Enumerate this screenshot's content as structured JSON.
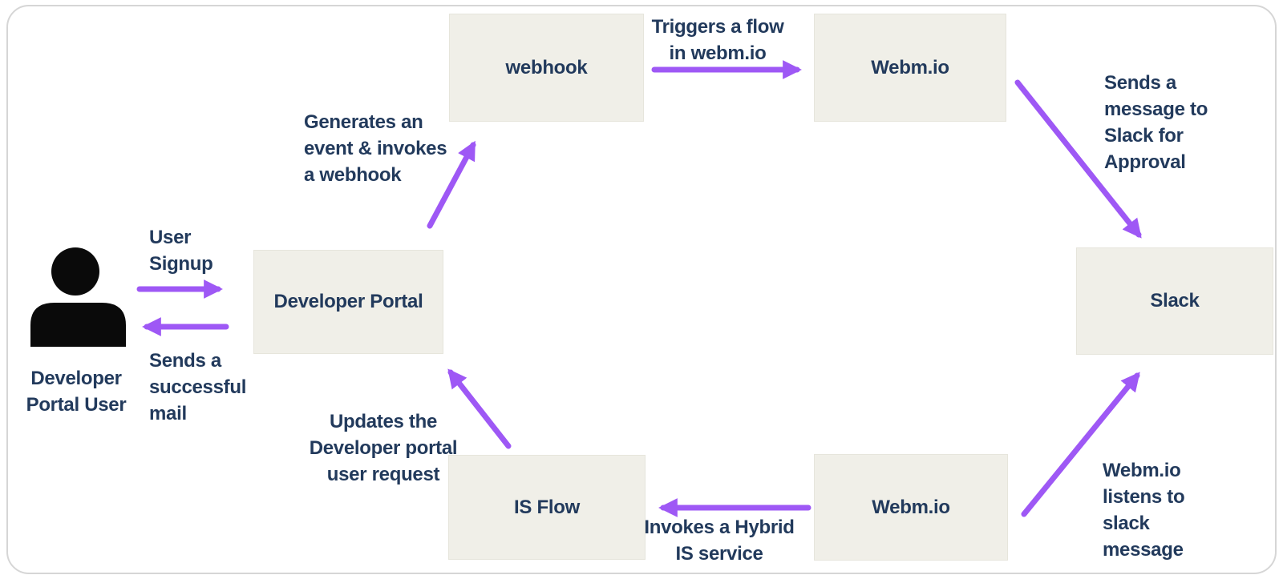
{
  "diagram": {
    "actor": {
      "label": [
        "Developer",
        "Portal User"
      ]
    },
    "nodes": {
      "webhook": "webhook",
      "webm_top": "Webm.io",
      "slack": "Slack",
      "developer_portal": "Developer Portal",
      "is_flow": "IS Flow",
      "webm_bottom": "Webm.io"
    },
    "annotations": {
      "user_signup": [
        "User",
        "Signup"
      ],
      "sends_mail": [
        "Sends a",
        "successful",
        "mail"
      ],
      "generates_event": [
        "Generates an",
        "event & invokes",
        "a webhook"
      ],
      "triggers_flow": [
        "Triggers a flow",
        "in webm.io"
      ],
      "sends_message": [
        "Sends a",
        "message to",
        "Slack for",
        "Approval"
      ],
      "listens_slack": [
        "Webm.io",
        "listens to",
        "slack",
        "message"
      ],
      "invokes_hybrid": [
        "Invokes a Hybrid",
        "IS service"
      ],
      "updates_portal": [
        "Updates the",
        "Developer portal",
        "user request"
      ]
    },
    "colors": {
      "arrow": "#9e58f5",
      "node_fill": "#f0efe8",
      "node_border": "#e6e5dc",
      "text": "#223a5c",
      "frame_border": "#d6d6d6",
      "icon": "#0a0a0a"
    }
  }
}
